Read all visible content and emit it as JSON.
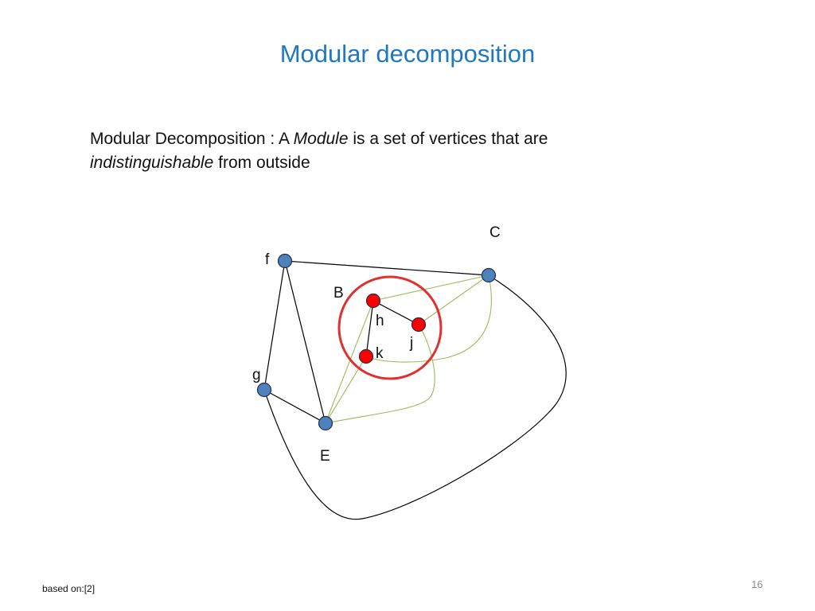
{
  "slide": {
    "title": "Modular decomposition",
    "definition": {
      "part1": "Modular Decomposition : A ",
      "term1": "Module",
      "part2": " is a set of vertices that are",
      "term2": "indistinguishable",
      "part3": " from outside"
    },
    "footer": "based on:[2]",
    "page_number": "16"
  },
  "diagram": {
    "colors": {
      "outside_node": "#4f81bd",
      "module_node": "#ff0000",
      "module_circle": "#e03030",
      "edge": "#000000",
      "module_edge": "#9bbb59"
    },
    "nodes": {
      "f": {
        "label": "f",
        "group": "outside"
      },
      "C": {
        "label": "C",
        "group": "outside"
      },
      "g": {
        "label": "g",
        "group": "outside"
      },
      "E": {
        "label": "E",
        "group": "outside"
      },
      "B": {
        "label": "B",
        "group": "module"
      },
      "h": {
        "label": "h",
        "group": "module"
      },
      "j": {
        "label": "j",
        "group": "module"
      },
      "k": {
        "label": "k",
        "group": "module"
      }
    }
  }
}
